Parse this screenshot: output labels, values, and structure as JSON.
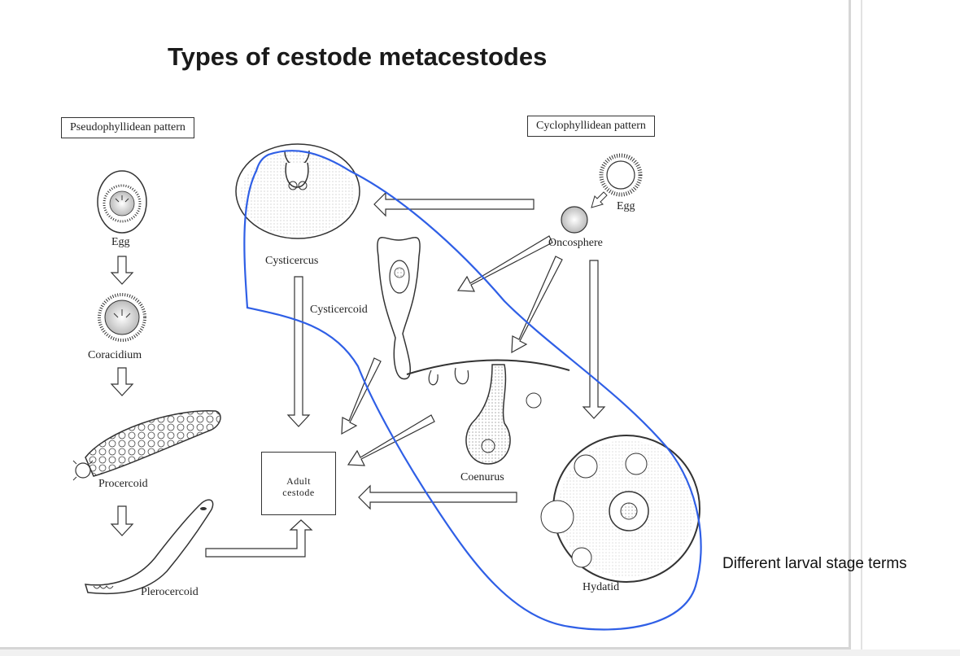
{
  "slide": {
    "title": "Types of cestode metacestodes"
  },
  "diagram": {
    "left_pattern": "Pseudophyllidean pattern",
    "right_pattern": "Cyclophyllidean pattern",
    "left_stages": {
      "egg": "Egg",
      "coracidium": "Coracidium",
      "procercoid": "Procercoid",
      "plerocercoid": "Plerocercoid"
    },
    "right_stages": {
      "egg": "Egg",
      "oncosphere": "Oncosphere",
      "cysticercus": "Cysticercus",
      "cysticercoid": "Cysticercoid",
      "coenurus": "Coenurus",
      "hydatid": "Hydatid"
    },
    "adult_line1": "Adult",
    "adult_line2": "cestode"
  },
  "annotation": {
    "text": "Different larval stage terms",
    "outline_color": "#2f5fe6"
  }
}
